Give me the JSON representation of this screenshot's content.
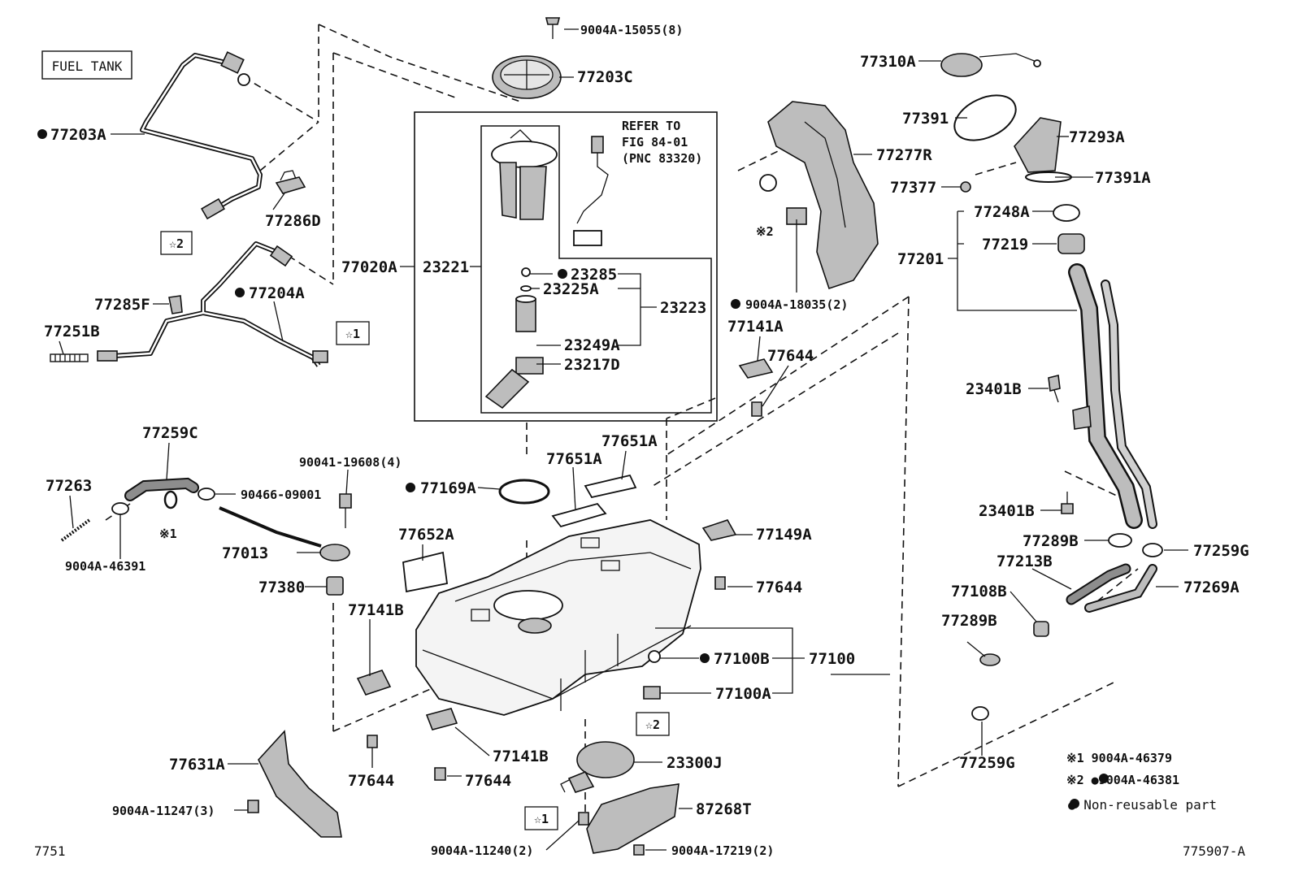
{
  "title_box": "FUEL TANK",
  "refer_note": {
    "line1": "REFER TO",
    "line2": "FIG 84-01",
    "line3": "(PNC 83320)"
  },
  "labels": {
    "l77203A": "77203A",
    "l77286D": "77286D",
    "l77285F": "77285F",
    "l77204A": "77204A",
    "l77251B": "77251B",
    "l77020A": "77020A",
    "l23221": "23221",
    "l9004A15055": "9004A-15055(8)",
    "l77203C": "77203C",
    "l23285": "23285",
    "l23225A": "23225A",
    "l23223": "23223",
    "l23249A": "23249A",
    "l23217D": "23217D",
    "l77277R": "77277R",
    "l9004A18035": "9004A-18035(2)",
    "l77141A": "77141A",
    "l77644a": "77644",
    "l77310A": "77310A",
    "l77391": "77391",
    "l77293A": "77293A",
    "l77377": "77377",
    "l77391A": "77391A",
    "l77248A": "77248A",
    "l77201": "77201",
    "l77219": "77219",
    "l23401Ba": "23401B",
    "l23401Bb": "23401B",
    "l77289Ba": "77289B",
    "l77259Ga": "77259G",
    "l77213B": "77213B",
    "l77269A": "77269A",
    "l77108B": "77108B",
    "l77289Bb": "77289B",
    "l77259Gb": "77259G",
    "l77259C": "77259C",
    "l77263": "77263",
    "l90466": "90466-09001",
    "l9004A46391": "9004A-46391",
    "l90041": "90041-19608(4)",
    "l77013": "77013",
    "l77380": "77380",
    "l77169A": "77169A",
    "l77651Aa": "77651A",
    "l77651Ab": "77651A",
    "l77652A": "77652A",
    "l77149A": "77149A",
    "l77644b": "77644",
    "l77141Ba": "77141B",
    "l77100B": "77100B",
    "l77100": "77100",
    "l77100A": "77100A",
    "l77644c": "77644",
    "l77141Bb": "77141B",
    "l77644d": "77644",
    "l23300J": "23300J",
    "l87268T": "87268T",
    "l77631A": "77631A",
    "l9004A11247": "9004A-11247(3)",
    "l9004A11240": "9004A-11240(2)",
    "l9004A17219": "9004A-17219(2)"
  },
  "star_marks": {
    "s2a": "☆2",
    "s1a": "☆1",
    "s2b": "☆2",
    "s1b": "☆1"
  },
  "ref_marks": {
    "r1": "※1",
    "r2": "※2"
  },
  "legend": {
    "line1": "※1 9004A-46379",
    "line2": "※2 ●9004A-46381",
    "line3": "● Non-reusable part"
  },
  "footer_left": "7751",
  "footer_right": "775907-A",
  "colors": {
    "ink": "#111111",
    "part_fill": "#bdbdbd",
    "background": "#ffffff"
  }
}
